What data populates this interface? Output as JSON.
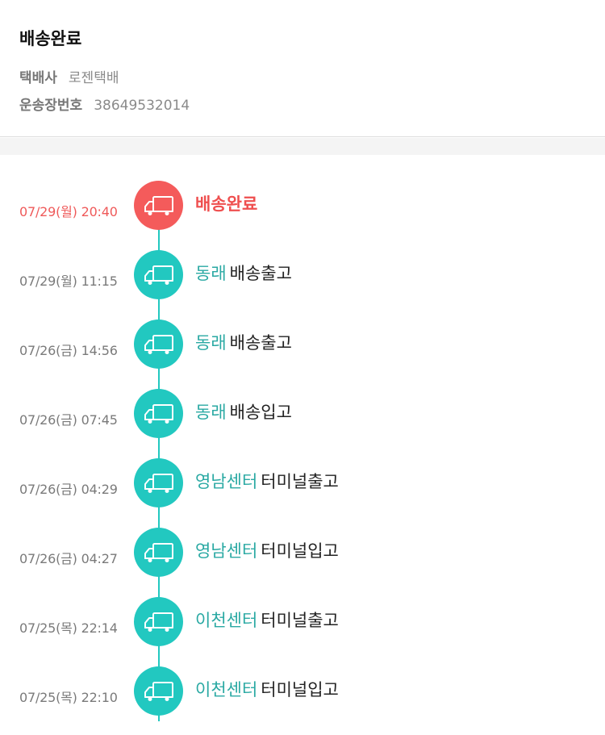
{
  "header": {
    "status_title": "배송완료",
    "courier_label": "택배사",
    "courier_value": "로젠택배",
    "tracking_label": "운송장번호",
    "tracking_value": "38649532014"
  },
  "colors": {
    "accent_teal": "#22c8c0",
    "current_red": "#f45b5b",
    "location_text": "#2aa9a3"
  },
  "timeline": [
    {
      "time": "07/29(월) 20:40",
      "location": "",
      "status": "배송완료",
      "current": true,
      "icon": "truck-icon"
    },
    {
      "time": "07/29(월) 11:15",
      "location": "동래",
      "status": "배송출고",
      "current": false,
      "icon": "truck-icon"
    },
    {
      "time": "07/26(금) 14:56",
      "location": "동래",
      "status": "배송출고",
      "current": false,
      "icon": "truck-icon"
    },
    {
      "time": "07/26(금) 07:45",
      "location": "동래",
      "status": "배송입고",
      "current": false,
      "icon": "truck-icon"
    },
    {
      "time": "07/26(금) 04:29",
      "location": "영남센터",
      "status": "터미널출고",
      "current": false,
      "icon": "truck-icon"
    },
    {
      "time": "07/26(금) 04:27",
      "location": "영남센터",
      "status": "터미널입고",
      "current": false,
      "icon": "truck-icon"
    },
    {
      "time": "07/25(목) 22:14",
      "location": "이천센터",
      "status": "터미널출고",
      "current": false,
      "icon": "truck-icon"
    },
    {
      "time": "07/25(목) 22:10",
      "location": "이천센터",
      "status": "터미널입고",
      "current": false,
      "icon": "truck-icon"
    }
  ]
}
